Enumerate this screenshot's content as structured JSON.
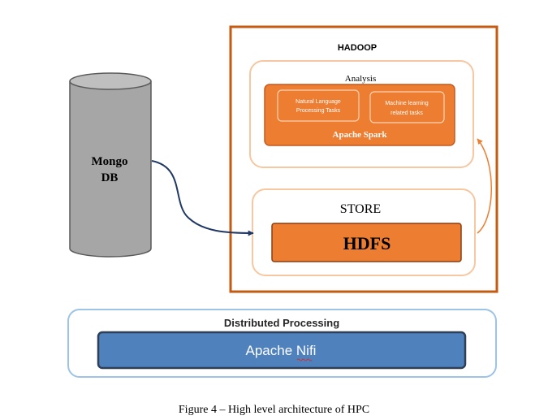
{
  "mongodb": {
    "line1": "Mongo",
    "line2": "DB"
  },
  "hadoop": {
    "title": "HADOOP",
    "analysis": {
      "title": "Analysis",
      "spark_label": "Apache Spark",
      "nlp": {
        "line1": "Natural Language",
        "line2": "Processing Tasks"
      },
      "ml": {
        "line1": "Machine learning",
        "line2": "related tasks"
      }
    },
    "store": {
      "title": "STORE",
      "hdfs_label": "HDFS"
    }
  },
  "distributed": {
    "title": "Distributed Processing",
    "nifi_prefix": "Apache ",
    "nifi_word": "Nifi"
  },
  "caption": "Figure 4 – High level architecture of HPC",
  "colors": {
    "hadoop_border": "#c55a11",
    "light_orange": "#f6c7a0",
    "orange_fill": "#ed7d31",
    "orange_dark": "#c45a1e",
    "blue_border": "#9dc3e6",
    "blue_fill": "#4f81bd",
    "blue_dark": "#2f3f55",
    "cylinder_fill": "#a6a6a6",
    "arrow_blue": "#203864"
  }
}
